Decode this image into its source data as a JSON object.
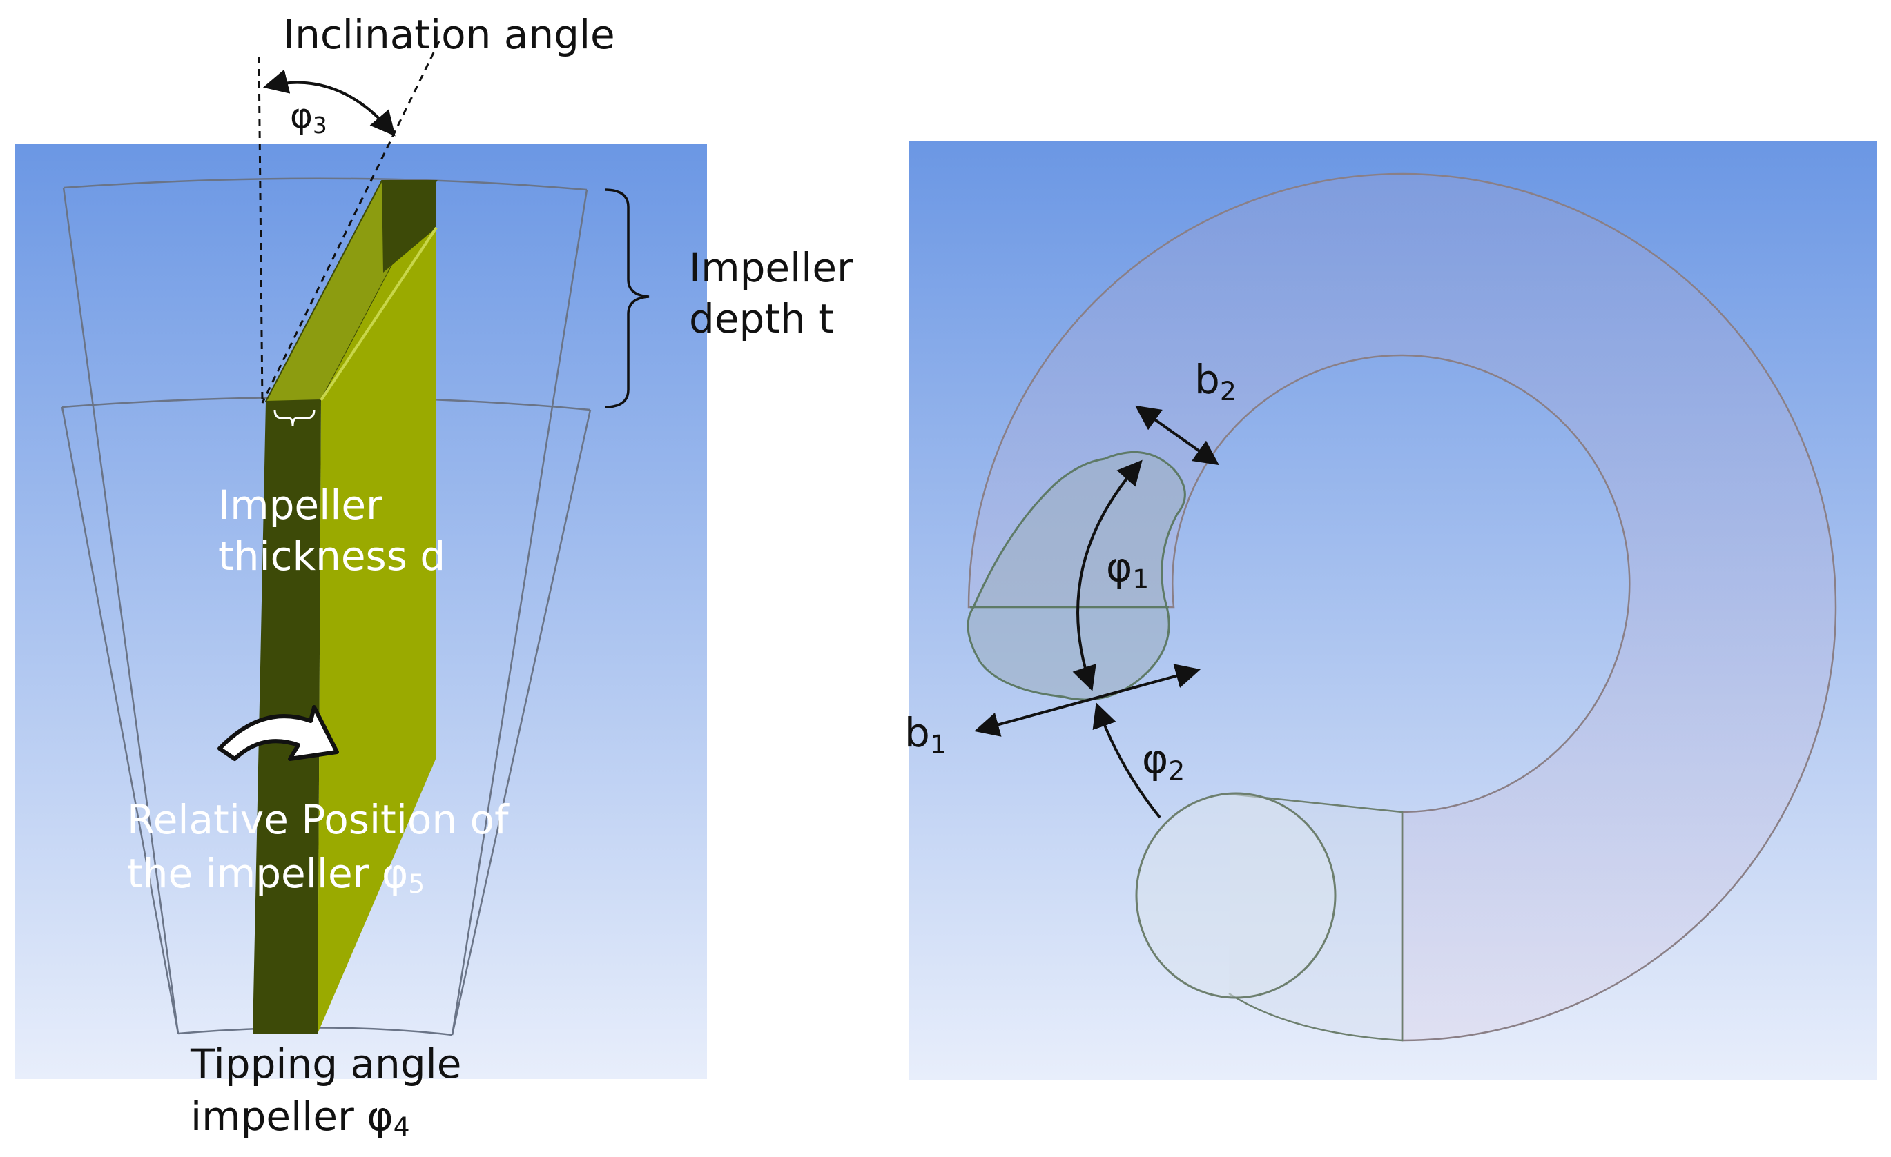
{
  "left_panel": {
    "inclination_angle_label": "Inclination angle",
    "phi3": {
      "symbol": "φ",
      "sub": "3"
    },
    "impeller_depth_line1": "Impeller",
    "impeller_depth_line2": "depth t",
    "impeller_thickness_line1": "Impeller",
    "impeller_thickness_line2": "thickness d",
    "relative_position_line1": "Relative Position of",
    "relative_position_line2_prefix": "the impeller ",
    "phi5": {
      "symbol": "φ",
      "sub": "5"
    },
    "tipping_angle_line1": "Tipping angle",
    "tipping_angle_line2_prefix": "impeller ",
    "phi4": {
      "symbol": "φ",
      "sub": "4"
    }
  },
  "right_panel": {
    "b1": {
      "symbol": "b",
      "sub": "1"
    },
    "b2": {
      "symbol": "b",
      "sub": "2"
    },
    "phi1": {
      "symbol": "φ",
      "sub": "1"
    },
    "phi2": {
      "symbol": "φ",
      "sub": "2"
    }
  },
  "colors": {
    "background_top": "#6b97e4",
    "background_bottom": "#e8eefb",
    "impeller_face": "#9aaa00",
    "impeller_dark": "#3d4a08",
    "impeller_highlight": "#c8d64a"
  }
}
